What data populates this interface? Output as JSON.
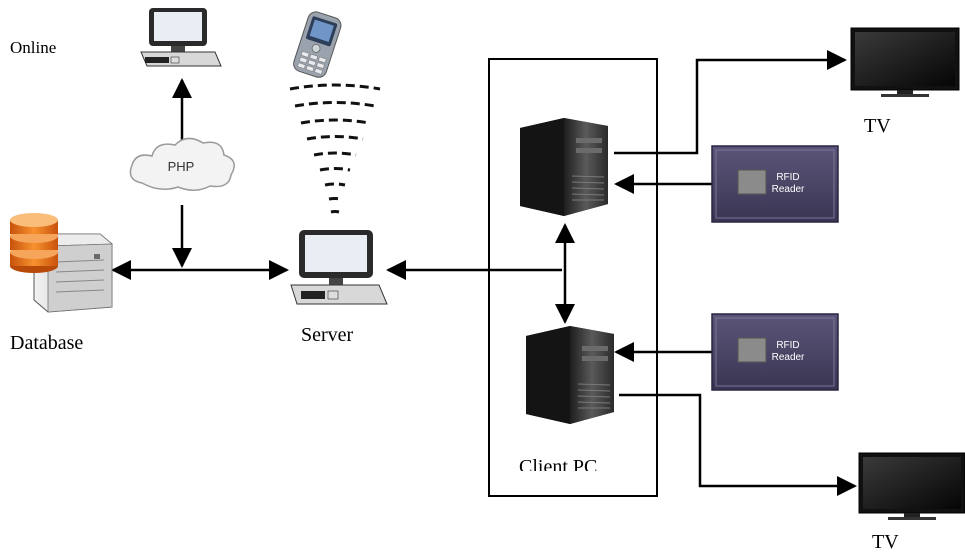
{
  "labels": {
    "online": "Online",
    "php": "PHP",
    "database": "Database",
    "server": "Server",
    "client_pc": "Client PC",
    "tv_top": "TV",
    "tv_bottom": "TV"
  },
  "rfid_readers": [
    {
      "line1": "RFID",
      "line2": "Reader"
    },
    {
      "line1": "RFID",
      "line2": "Reader"
    }
  ],
  "icons": {
    "online": "desktop-computer-icon",
    "mobile": "mobile-phone-icon",
    "database": "database-server-icon",
    "server": "desktop-computer-icon",
    "client_pc": "tower-pc-icon",
    "tv": "flat-screen-tv-icon",
    "rfid_reader": "rfid-reader-icon",
    "php": "cloud-icon"
  },
  "colors": {
    "line": "#000000",
    "rfid_body": "#4a4466",
    "tower_body": "#3a3a3a",
    "db_orange": "#e8701a"
  }
}
